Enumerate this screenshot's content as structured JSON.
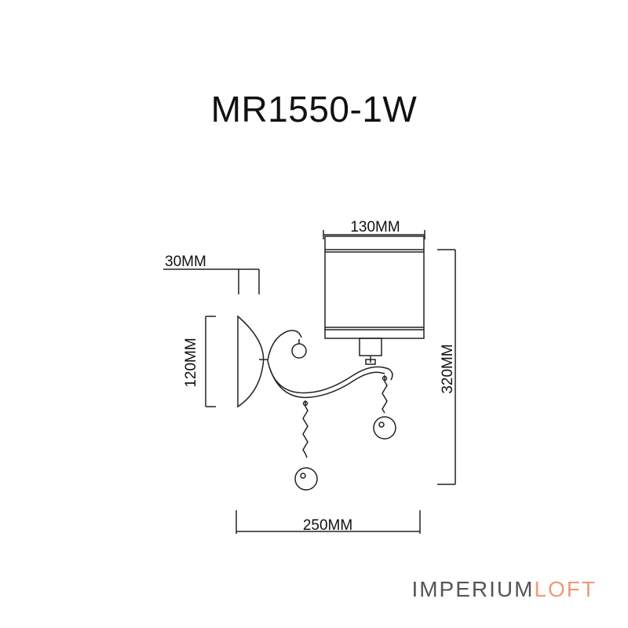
{
  "title": "MR1550-1W",
  "dimensions": {
    "shade_width": "130MM",
    "depth": "30MM",
    "backplate_height": "120MM",
    "total_height": "320MM",
    "total_width": "250MM"
  },
  "brand": {
    "part1": "IMPERIUM",
    "part2": "LOFT",
    "accent_color": "#f09a7c",
    "text_color": "#555555"
  },
  "colors": {
    "line": "#222222"
  }
}
